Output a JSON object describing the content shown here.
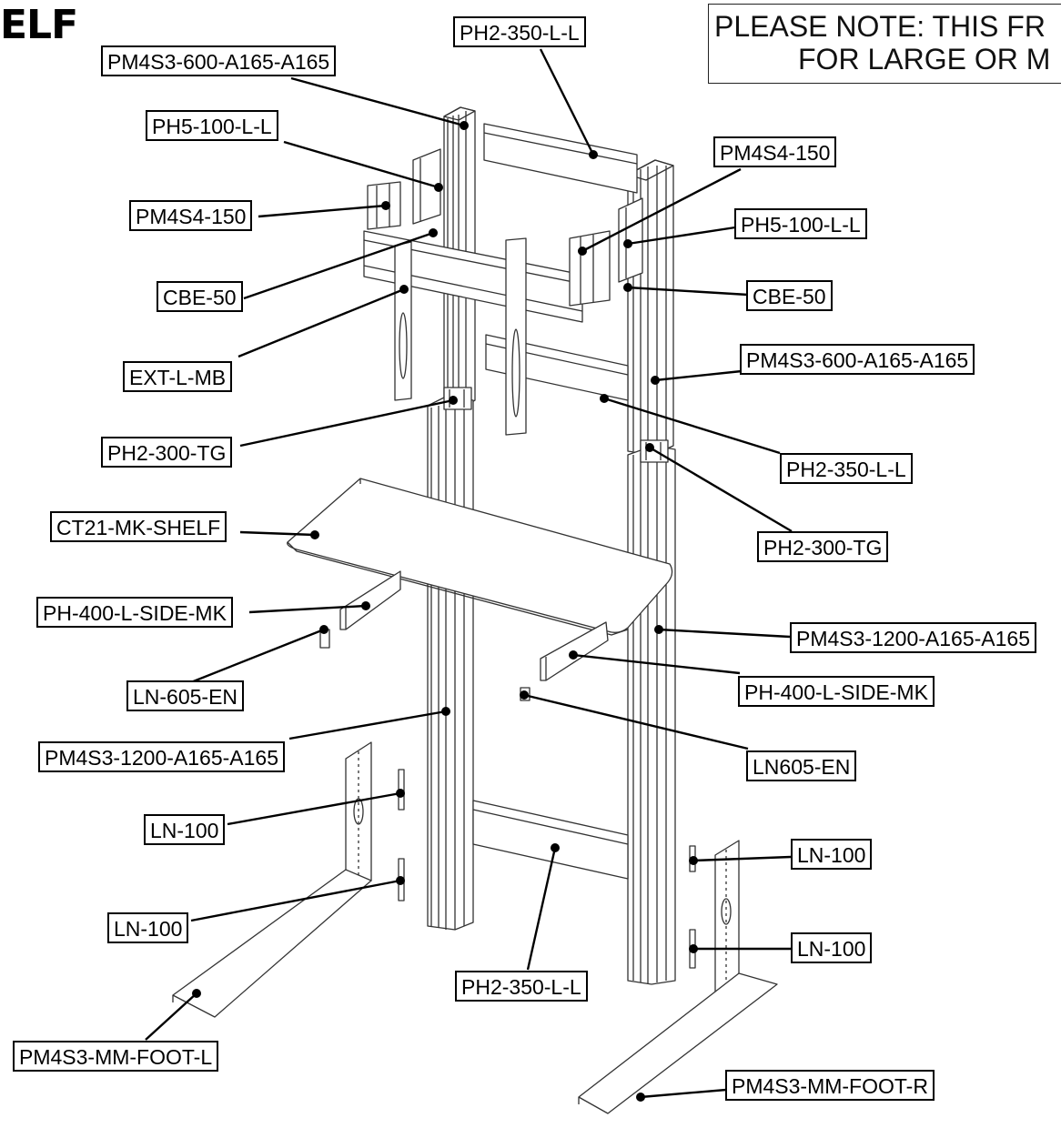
{
  "header": {
    "title_fragment": "ELF"
  },
  "note": {
    "line1": "PLEASE NOTE: THIS FR",
    "line2": "FOR LARGE OR M"
  },
  "callouts": [
    "PH2-350-L-L",
    "PM4S3-600-A165-A165",
    "PH5-100-L-L",
    "PM4S4-150",
    "CBE-50",
    "EXT-L-MB",
    "PH2-300-TG",
    "CT21-MK-SHELF",
    "PH-400-L-SIDE-MK",
    "LN-605-EN",
    "PM4S3-1200-A165-A165",
    "LN-100",
    "LN-100",
    "PM4S3-MM-FOOT-L",
    "PM4S4-150",
    "PH5-100-L-L",
    "CBE-50",
    "PM4S3-600-A165-A165",
    "PH2-350-L-L",
    "PH2-300-TG",
    "PM4S3-1200-A165-A165",
    "PH-400-L-SIDE-MK",
    "LN605-EN",
    "PH2-350-L-L",
    "LN-100",
    "LN-100",
    "PM4S3-MM-FOOT-R"
  ]
}
